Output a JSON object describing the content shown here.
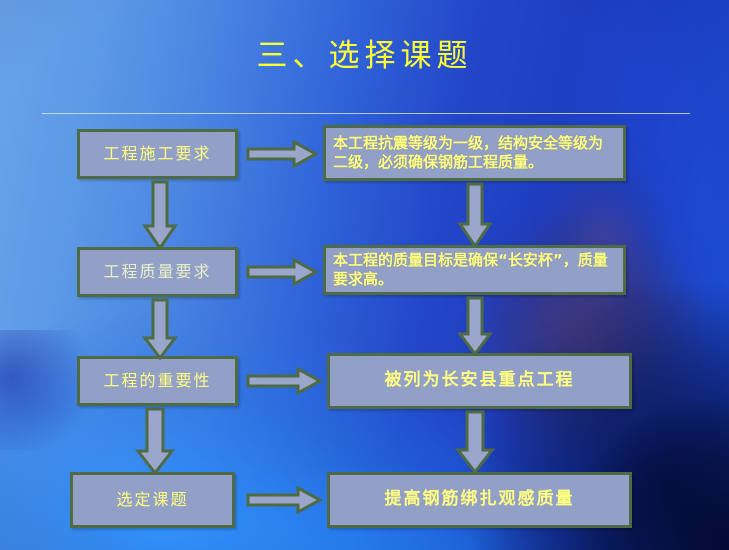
{
  "slide": {
    "title": "三、选择课题",
    "divider": "horizontal-rule",
    "colors": {
      "title_text": "#ffff33",
      "box_fill": "#929fc6",
      "box_border": "#4e6b44",
      "box_text": "#ffff80",
      "arrow_fill": "#9aa6cb",
      "background_blue": "#1b3fd0"
    }
  },
  "flow": {
    "left_column": [
      {
        "label": "工程施工要求"
      },
      {
        "label": "工程质量要求"
      },
      {
        "label": "工程的重要性"
      },
      {
        "label": "选定课题"
      }
    ],
    "right_column": [
      {
        "label": "本工程抗震等级为一级，结构安全等级为二级，必须确保钢筋工程质量。"
      },
      {
        "label": "本工程的质量目标是确保“长安杯”，质量要求高。"
      },
      {
        "label": "被列为长安县重点工程"
      },
      {
        "label": "提高钢筋绑扎观感质量"
      }
    ],
    "arrows": {
      "down_left": "arrow-down-icon",
      "down_right": "arrow-down-icon",
      "right": "arrow-right-icon"
    }
  }
}
